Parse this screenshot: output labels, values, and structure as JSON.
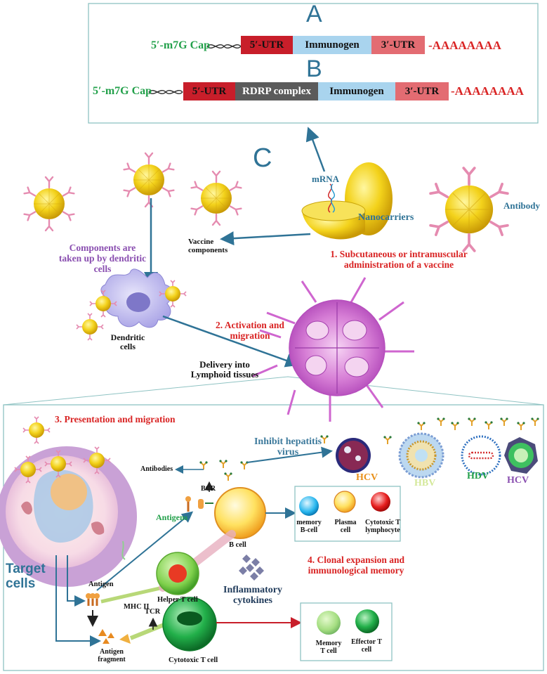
{
  "panels": {
    "a": "A",
    "b": "B",
    "c": "C"
  },
  "construct_a": {
    "cap": "5′-m7G Cap",
    "utr5": "5′-UTR",
    "immunogen": "Immunogen",
    "utr3": "3′-UTR",
    "polya": "-AAAAAAAA"
  },
  "construct_b": {
    "cap": "5′-m7G Cap",
    "utr5": "5′-UTR",
    "rdrp": "RDRP complex",
    "immunogen": "Immunogen",
    "utr3": "3′-UTR",
    "polya": "-AAAAAAAA"
  },
  "labels": {
    "mrna": "mRNA",
    "nanocarriers": "Nanocarriers",
    "antibody": "Antibody",
    "vaccine_components": "Vaccine components",
    "components_taken_up": "Components are taken up by dendritic cells",
    "step1": "1. Subcutaneous or intramuscular administration of a vaccine",
    "step2": "2. Activation and migration",
    "dendritic_cells": "Dendritic cells",
    "delivery": "Delivery into Lymphoid tissues",
    "step3": "3. Presentation and migration",
    "inhibit": "Inhibit hepatitis virus",
    "antibodies": "Antibodies",
    "bcr": "BCR",
    "antigens": "Antigens",
    "b_cell": "B cell",
    "memory_b": "memory B-cell",
    "plasma": "Plasma cell",
    "cytotoxic_t_lymph": "Cytotoxic T lymphocyte",
    "step4": "4. Clonal expansion and immunological memory",
    "target_cells": "Target cells",
    "antigen": "Antigen",
    "mhc2": "MHC II",
    "helper_t": "Helper T cell",
    "inflammatory": "Inflammatory cytokines",
    "tcr": "TCR",
    "antigen_fragment": "Antigen fragment",
    "cytotoxic_t": "Cytotoxic T cell",
    "memory_t": "Memory T cell",
    "effector_t": "Effector T cell"
  },
  "viruses": {
    "hcv1": "HCV",
    "hbv": "HBV",
    "hdv": "HDV",
    "hcv2": "HCV"
  },
  "colors": {
    "green_cap": "#22a04a",
    "red_text": "#d92424",
    "utr5": "#c81e2a",
    "immunogen": "#a9d4ee",
    "utr3": "#e36c72",
    "rdrp": "#5b5b5b",
    "purple_text": "#8a4fb0",
    "teal_text": "#3d7a9c",
    "arrow": "#2f7396"
  }
}
